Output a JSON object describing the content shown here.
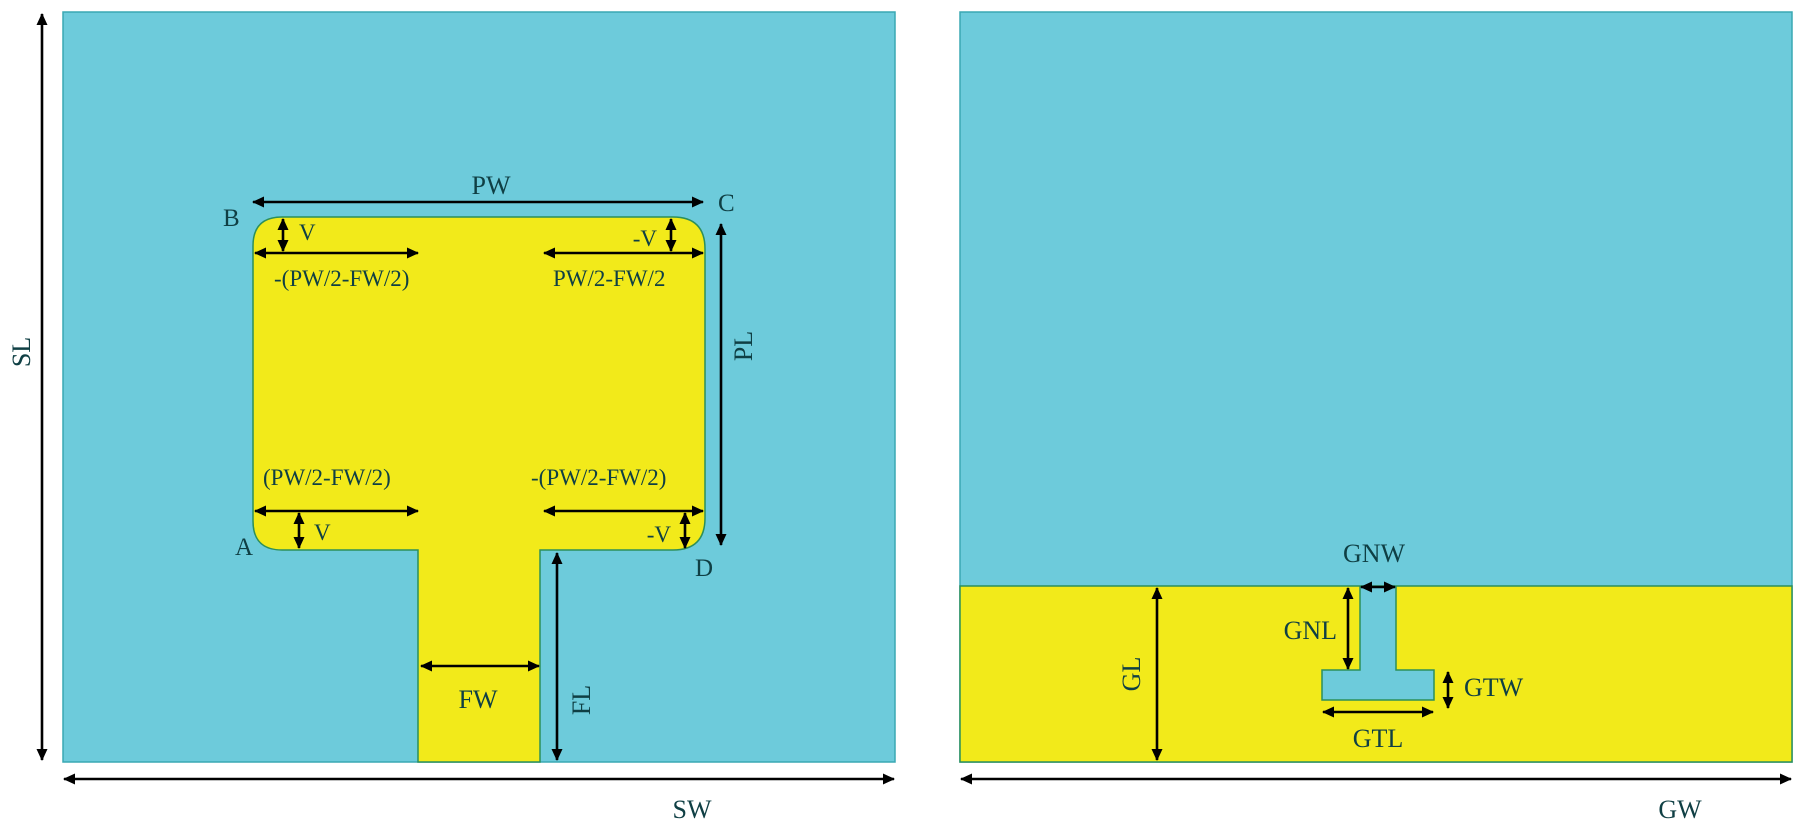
{
  "colors": {
    "substrate": "#6dcbdb",
    "metal": "#f2ea1a",
    "text": "#0f3f44",
    "arrow": "#000000"
  },
  "front_view": {
    "dimensions": {
      "substrate_length": "SL",
      "substrate_width": "SW",
      "patch_width": "PW",
      "patch_length": "PL",
      "feed_width": "FW",
      "feed_length": "FL",
      "corner_top_left": "V",
      "corner_top_right": "-V",
      "corner_bottom_left": "V",
      "corner_bottom_right": "-V",
      "offset_top_left": "-(PW/2-FW/2)",
      "offset_top_right": "PW/2-FW/2",
      "offset_bottom_left": "(PW/2-FW/2)",
      "offset_bottom_right": "-(PW/2-FW/2)"
    },
    "points": {
      "a": "A",
      "b": "B",
      "c": "C",
      "d": "D"
    }
  },
  "back_view": {
    "dimensions": {
      "ground_width": "GW",
      "ground_length": "GL",
      "notch_width": "GNW",
      "notch_length": "GNL",
      "t_width": "GTW",
      "t_length": "GTL"
    }
  }
}
